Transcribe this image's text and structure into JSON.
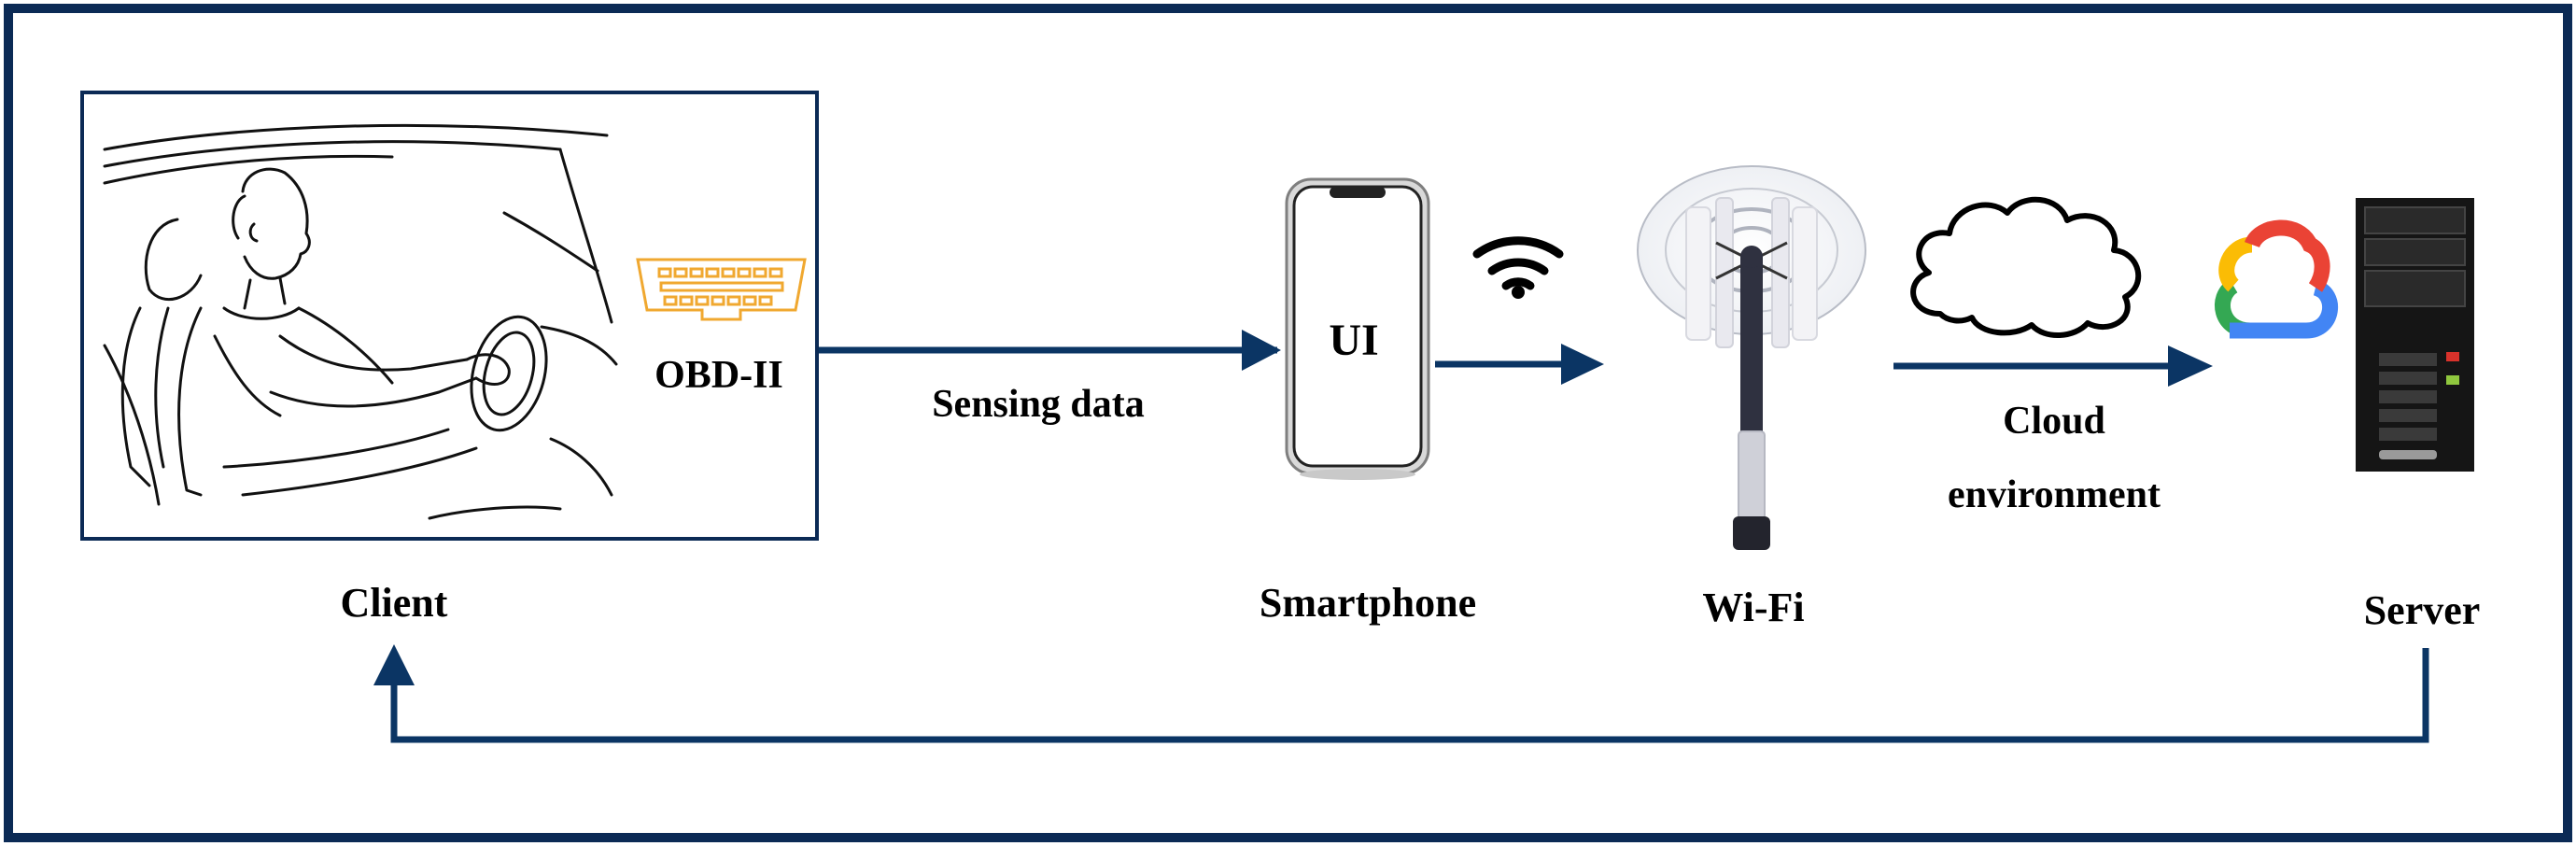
{
  "labels": {
    "obd": "OBD-II",
    "sensing_data": "Sensing data",
    "ui": "UI",
    "cloud_line1": "Cloud",
    "cloud_line2": "environment",
    "client": "Client",
    "smartphone": "Smartphone",
    "wifi": "Wi-Fi",
    "server": "Server"
  },
  "colors": {
    "frame": "#0b2a55",
    "arrow": "#0b3564",
    "obd_connector": "#f0a830",
    "google_red": "#ea4335",
    "google_yellow": "#fbbc05",
    "google_green": "#34a853",
    "google_blue": "#4285f4"
  },
  "icons": {
    "driver": "driver-sketch-icon",
    "obd": "obd-connector-icon",
    "smartphone": "smartphone-icon",
    "wifi": "wifi-signal-icon",
    "antenna": "wifi-antenna-icon",
    "cloud": "cloud-outline-icon",
    "google_cloud": "google-cloud-logo",
    "server": "server-tower-icon"
  }
}
